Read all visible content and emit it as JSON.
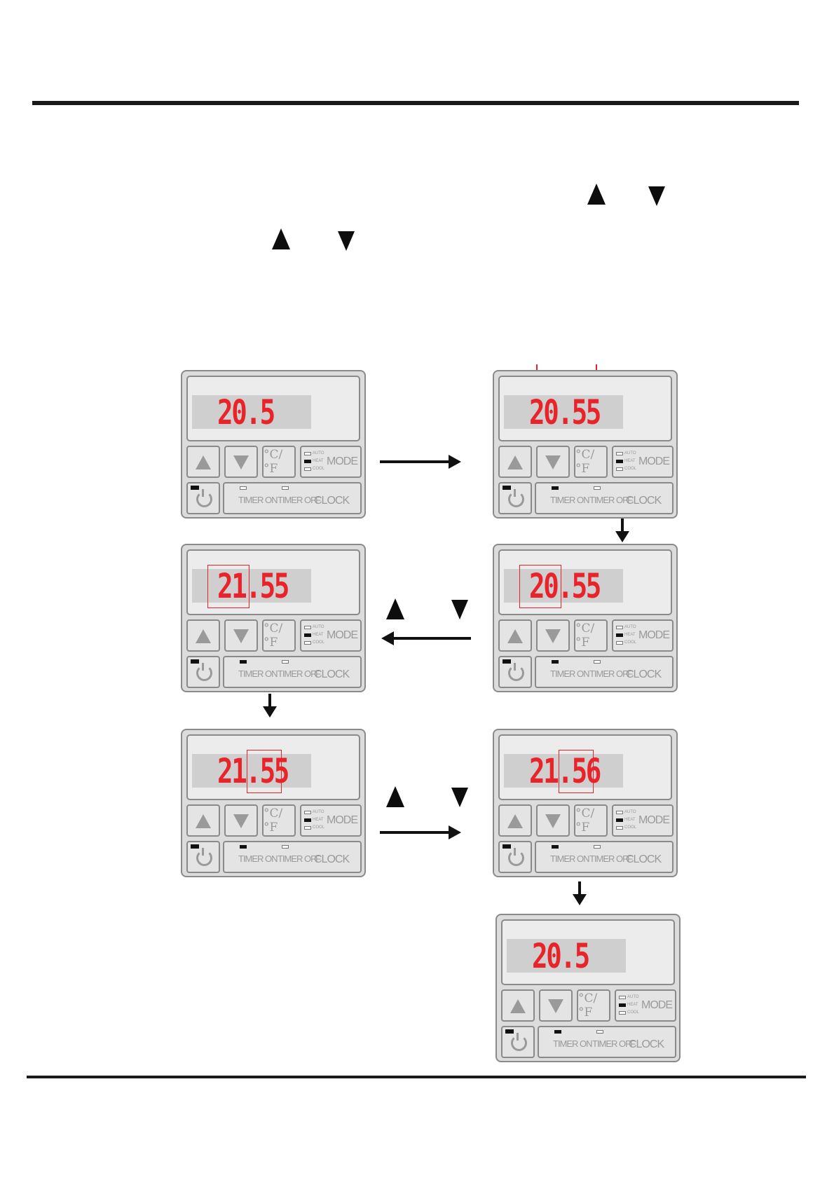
{
  "panel_labels": {
    "unit": "°C/°F",
    "mode_auto": "AUTO",
    "mode_heat": "HEAT",
    "mode_cool": "COOL",
    "mode": "MODE",
    "timer_on": "TIMER ON",
    "timer_off": "TIMER OFF",
    "clock": "CLOCK"
  },
  "panels": [
    {
      "id": "p1",
      "digits": "20.5"
    },
    {
      "id": "p2",
      "digits": "20.55"
    },
    {
      "id": "p3",
      "digits": "20.55"
    },
    {
      "id": "p4",
      "digits": "21.55"
    },
    {
      "id": "p5",
      "digits": "21.55"
    },
    {
      "id": "p6",
      "digits": "21.56"
    },
    {
      "id": "p7",
      "digits": "20.5"
    }
  ]
}
